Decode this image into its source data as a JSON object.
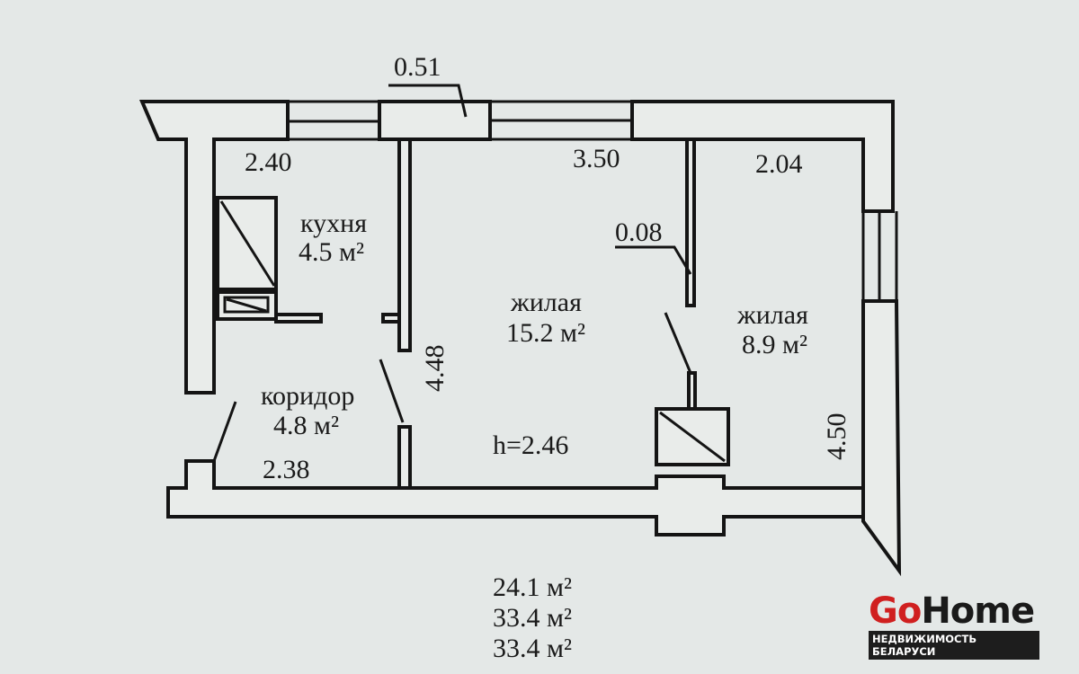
{
  "plan": {
    "dimensions": {
      "pier_width": "0.51",
      "kitchen_width": "2.40",
      "living_width": "3.50",
      "bedroom_width": "2.04",
      "partition_thickness": "0.08",
      "living_depth": "4.48",
      "corridor_width": "2.38",
      "bedroom_depth": "4.50",
      "ceiling_height": "h=2.46"
    },
    "rooms": [
      {
        "name": "кухня",
        "area": "4.5 м²"
      },
      {
        "name": "жилая",
        "area": "15.2 м²"
      },
      {
        "name": "жилая",
        "area": "8.9 м²"
      },
      {
        "name": "коридор",
        "area": "4.8 м²"
      }
    ],
    "totals": [
      "24.1 м²",
      "33.4 м²",
      "33.4 м²"
    ]
  },
  "watermark": {
    "brand_go": "Go",
    "brand_home": "Home",
    "tagline": "НЕДВИЖИМОСТЬ БЕЛАРУСИ",
    "brand_color": "#d02020"
  }
}
